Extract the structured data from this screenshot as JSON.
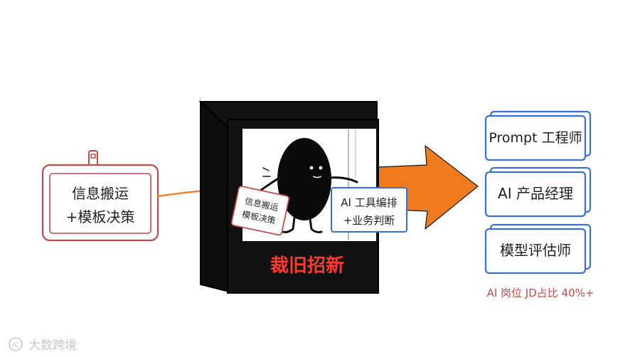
{
  "left_badge": {
    "line1": "信息搬运",
    "line2": "+模板决策"
  },
  "machine": {
    "label": "裁旧招新",
    "old_card": {
      "line1": "信息搬运",
      "line2": "模板决策"
    },
    "new_card": {
      "line1": "AI 工具编排",
      "line2": "+业务判断"
    }
  },
  "roles": [
    {
      "label": "Prompt 工程师"
    },
    {
      "label": "AI 产品经理"
    },
    {
      "label": "模型评估师"
    }
  ],
  "caption": "AI 岗位 JD占比 40%+",
  "watermark": {
    "logo_text": "IC",
    "brand": "大数跨境"
  },
  "colors": {
    "arrow_orange": "#f07a1e",
    "badge_red": "#c24a4a",
    "machine_black": "#111111",
    "machine_label": "#ff3b2f",
    "role_blue": "#3b6fd8",
    "caption_red": "#c04848"
  }
}
